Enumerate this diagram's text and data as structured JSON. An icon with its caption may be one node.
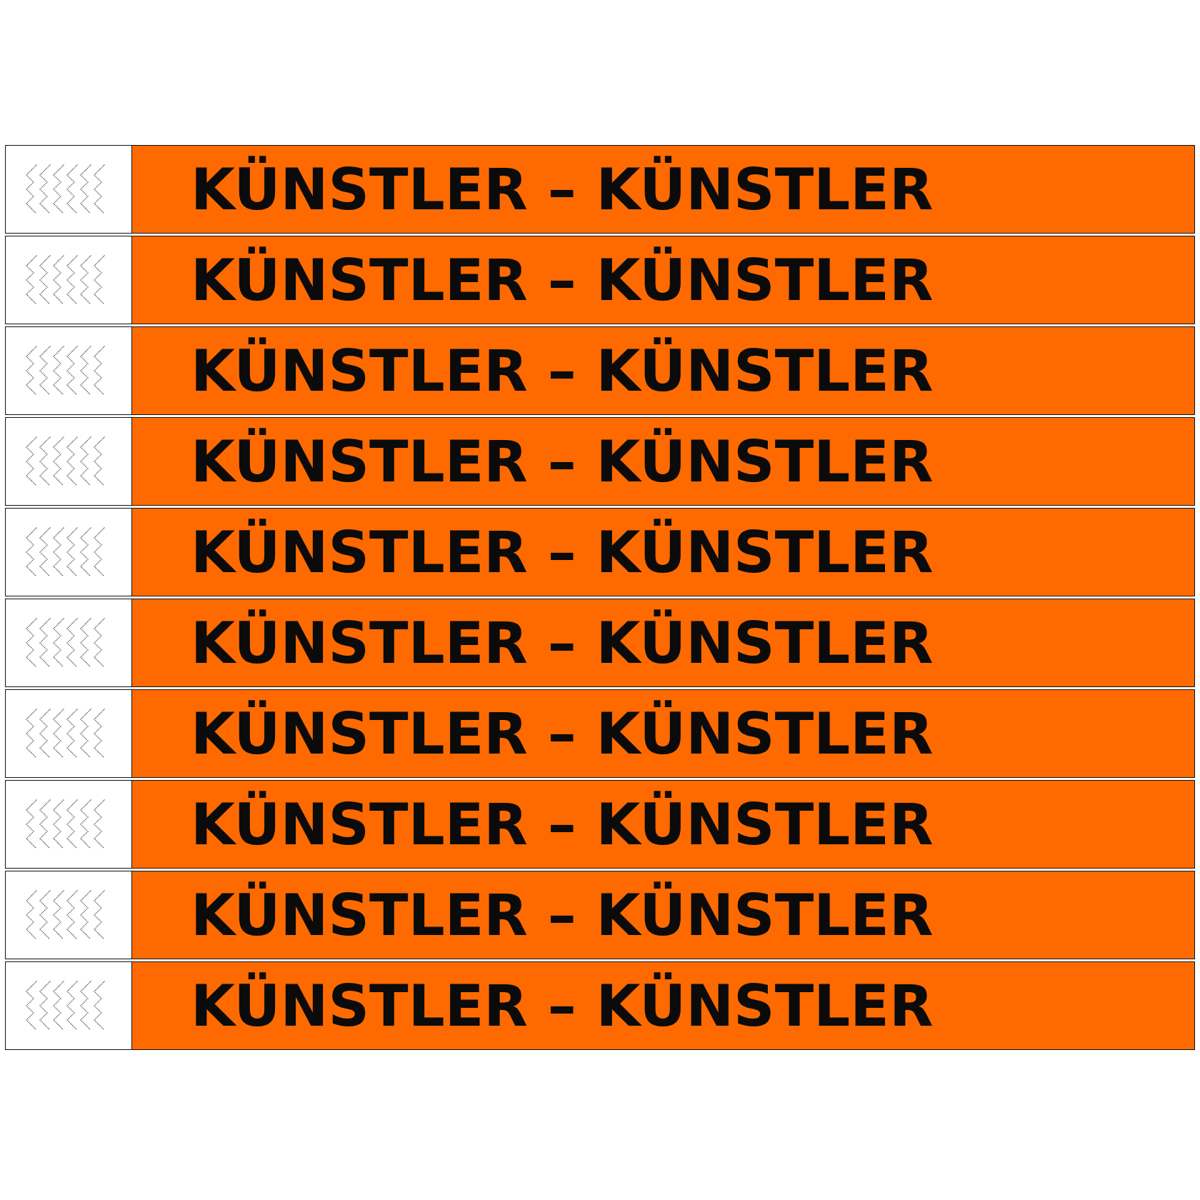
{
  "diagram": {
    "nodes": [
      {
        "text": [
          "KÜNSTLER – KÜNSTLER"
        ]
      },
      {
        "text": [
          "KÜNSTLER – KÜNSTLER"
        ]
      },
      {
        "text": [
          "KÜNSTLER – KÜNSTLER"
        ]
      },
      {
        "text": [
          "KÜNSTLER – KÜNSTLER"
        ]
      },
      {
        "text": [
          "KÜNSTLER – KÜNSTLER"
        ]
      },
      {
        "text": [
          "KÜNSTLER – KÜNSTLER"
        ]
      },
      {
        "text": [
          "KÜNSTLER – KÜNSTLER"
        ]
      },
      {
        "text": [
          "KÜNSTLER – KÜNSTLER"
        ]
      },
      {
        "text": [
          "KÜNSTLER – KÜNSTLER"
        ]
      },
      {
        "text": [
          "KÜNSTLER – KÜNSTLER"
        ]
      }
    ]
  }
}
